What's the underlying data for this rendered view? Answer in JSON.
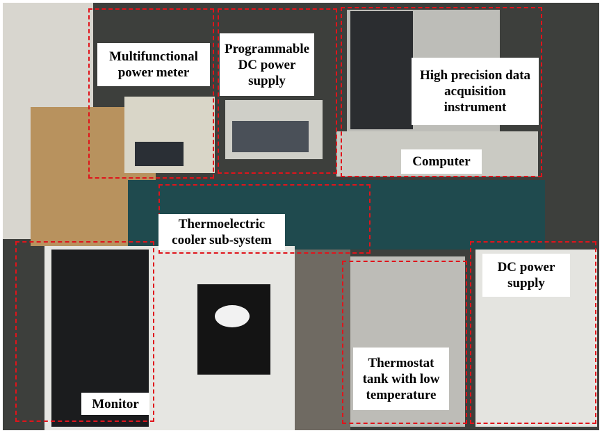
{
  "labels": {
    "power_meter": "Multifunctional power meter",
    "programmable_dc": "Programmable DC power supply",
    "daq": "High precision data acquisition instrument",
    "computer": "Computer",
    "tec": "Thermoelectric cooler sub-system",
    "monitor": "Monitor",
    "thermostat": "Thermostat tank with low temperature",
    "dc_supply": "DC power supply"
  },
  "colors": {
    "annotation": "#e0141b"
  }
}
